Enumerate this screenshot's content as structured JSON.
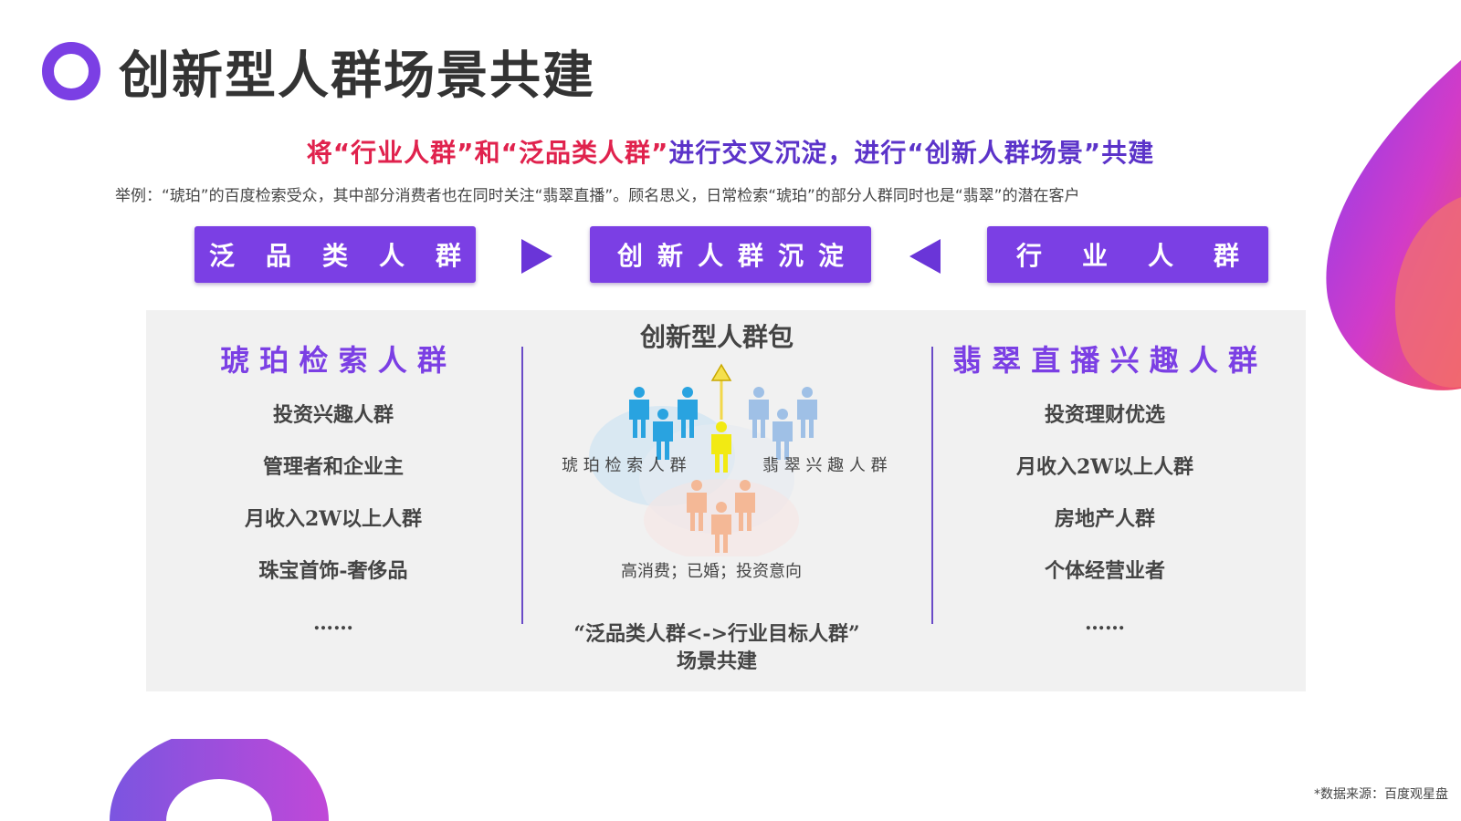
{
  "title": "创新型人群场景共建",
  "headline": {
    "part1": "将“行业人群”和“泛品类人群”",
    "part2": "进行交叉沉淀，进行“创新人群场景”共建"
  },
  "example": "举例：“琥珀”的百度检索受众，其中部分消费者也在同时关注“翡翠直播”。顾名思义，日常检索“琥珀”的部分人群同时也是“翡翠”的潜在客户",
  "flow": {
    "left": [
      "泛",
      "品",
      "类",
      "人",
      "群"
    ],
    "center": [
      "创",
      "新",
      "人",
      "群",
      "沉",
      "淀"
    ],
    "right": [
      "行",
      "业",
      "人",
      "群"
    ]
  },
  "left_column": {
    "title": "琥 珀 检 索 人 群",
    "items": [
      "投资兴趣人群",
      "管理者和企业主",
      "月收入2W以上人群",
      "珠宝首饰-奢侈品",
      "……"
    ]
  },
  "right_column": {
    "title": "翡 翠 直 播 兴 趣 人 群",
    "items": [
      "投资理财优选",
      "月收入2W以上人群",
      "房地产人群",
      "个体经营业者",
      "……"
    ]
  },
  "center": {
    "title": "创新型人群包",
    "label_left": "琥 珀 检 索 人 群",
    "label_right": "翡 翠 兴 趣 人 群",
    "label_bottom": "高消费；已婚；投资意向",
    "footer_line1": "“泛品类人群<->行业目标人群”",
    "footer_line2": "场景共建"
  },
  "source": "*数据来源：百度观星盘",
  "colors": {
    "brand_purple": "#7b3fe4",
    "headline_red": "#e0224d",
    "headline_purple": "#5b33c9",
    "people_blue": "#29a3e0",
    "people_gray_blue": "#9fc0e6",
    "people_yellow": "#f2ea13",
    "people_peach": "#f4b896"
  },
  "icons": {
    "logo": "ring-icon",
    "arrow_right": "triangle-right-icon",
    "arrow_left": "triangle-left-icon",
    "person": "person-icon",
    "up_arrow": "arrow-up-icon"
  }
}
